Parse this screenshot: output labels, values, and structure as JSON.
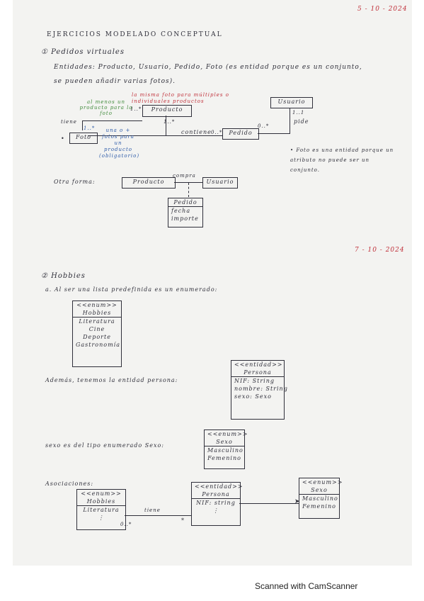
{
  "date1": "5 - 10 - 2024",
  "date2": "7 - 10 - 2024",
  "title": "EJERCICIOS MODELADO CONCEPTUAL",
  "sec1": {
    "heading": "① Pedidos virtuales",
    "line1": "Entidades: Producto, Usuario, Pedido, Foto (es entidad porque es un conjunto,",
    "line2": "se pueden añadir varias fotos).",
    "annot_red": "la misma foto para múltiples o individuales productos",
    "annot_green": "al menos un producto para la foto",
    "annot_blue": "una o + fotos para un producto (obligatorio)",
    "producto": "Producto",
    "usuario": "Usuario",
    "pedido": "Pedido",
    "foto": "Foto",
    "tiene": "tiene",
    "contiene": "contiene",
    "pide": "pide",
    "m_prod_left": "1..*",
    "m_prod_below": "1..*",
    "m_pedido_left": "0..*",
    "m_pedido_right": "0..*",
    "m_usuario": "1..1",
    "m_foto": "1..*",
    "note": "• Foto es una entidad porque un atributo no puede ser un conjunto.",
    "otra_forma": "Otra forma:",
    "compra": "compra",
    "assoc_class": [
      "Pedido",
      "fecha",
      "importe"
    ]
  },
  "sec2": {
    "heading": "② Hobbies",
    "line_a": "a. Al ser una lista predefinida es un enumerado:",
    "enum_hobbies": {
      "stereotype": "<<enum>>",
      "name": "Hobbies",
      "values": [
        "Literatura",
        "Cine",
        "Deporte",
        "Gastronomía"
      ]
    },
    "ademas": "Además, tenemos la entidad persona:",
    "persona": {
      "stereotype": "<<entidad>>",
      "name": "Persona",
      "attrs": [
        "NIF: String",
        "nombre: String",
        "sexo: Sexo"
      ]
    },
    "sexo_line": "sexo es del tipo enumerado Sexo:",
    "enum_sexo": {
      "stereotype": "<<enum>>",
      "name": "Sexo",
      "values": [
        "Masculino",
        "Femenino"
      ]
    },
    "asociaciones": "Asociaciones:",
    "assoc_hobbies": {
      "stereotype": "<<enum>>",
      "name": "Hobbies",
      "first": "Literatura",
      "more": "⋮"
    },
    "assoc_persona": {
      "stereotype": "<<entidad>>",
      "name": "Persona",
      "first": "NIF: string",
      "more": "⋮"
    },
    "assoc_sexo": {
      "stereotype": "<<enum>>",
      "name": "Sexo",
      "values": [
        "Masculino",
        "Femenino"
      ]
    },
    "tiene": "tiene",
    "m_left": "0..*",
    "m_right": "*"
  },
  "footer": "Scanned with CamScanner"
}
